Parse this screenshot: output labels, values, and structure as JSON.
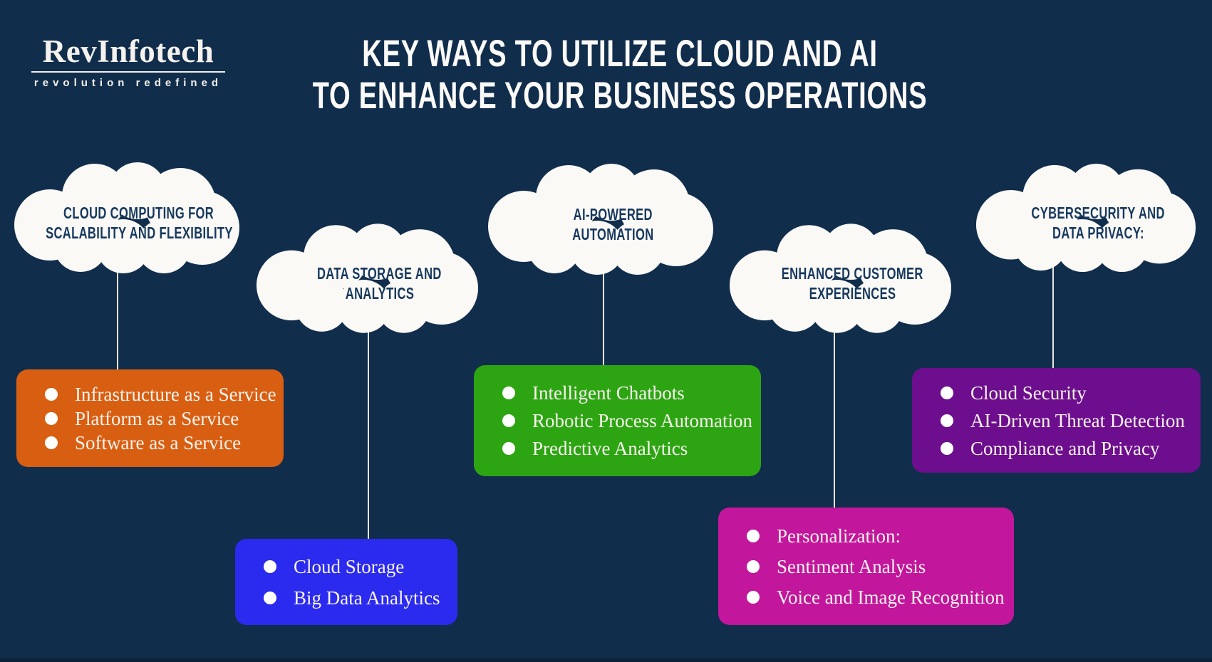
{
  "logo": {
    "name": "RevInfotech",
    "tagline": "revolution redefined"
  },
  "title": {
    "line1": "KEY WAYS TO UTILIZE CLOUD AND AI",
    "line2": "TO ENHANCE YOUR BUSINESS OPERATIONS"
  },
  "colors": {
    "background": "#112D4C",
    "bottom_strip": "#0B2138",
    "cloud_fill": "#FAF9F6",
    "cloud_text": "#17395E",
    "connector_line": "#E9E6E0",
    "box_text": "#F8F3EE",
    "bullet": "#FFFFFF"
  },
  "sections": [
    {
      "cloud_lines": [
        "CLOUD COMPUTING FOR",
        "SCALABILITY AND FLEXIBILITY"
      ],
      "box_color": "#D85F12",
      "items": [
        "Infrastructure as a Service",
        "Platform as a Service",
        "Software as a Service"
      ]
    },
    {
      "cloud_lines": [
        "DATA STORAGE AND",
        "ANALYTICS"
      ],
      "box_color": "#2B2BEF",
      "items": [
        "Cloud Storage",
        "Big Data Analytics"
      ]
    },
    {
      "cloud_lines": [
        "AI-POWERED",
        "AUTOMATION"
      ],
      "box_color": "#2DA513",
      "items": [
        "Intelligent Chatbots",
        "Robotic Process Automation",
        "Predictive Analytics"
      ]
    },
    {
      "cloud_lines": [
        "ENHANCED CUSTOMER",
        "EXPERIENCES"
      ],
      "box_color": "#C2169C",
      "items": [
        "Personalization:",
        "Sentiment Analysis",
        "Voice and Image Recognition"
      ]
    },
    {
      "cloud_lines": [
        "CYBERSECURITY AND",
        "DATA PRIVACY:"
      ],
      "box_color": "#6D0E8E",
      "items": [
        "Cloud Security",
        "AI-Driven Threat Detection",
        "Compliance and Privacy"
      ]
    }
  ]
}
